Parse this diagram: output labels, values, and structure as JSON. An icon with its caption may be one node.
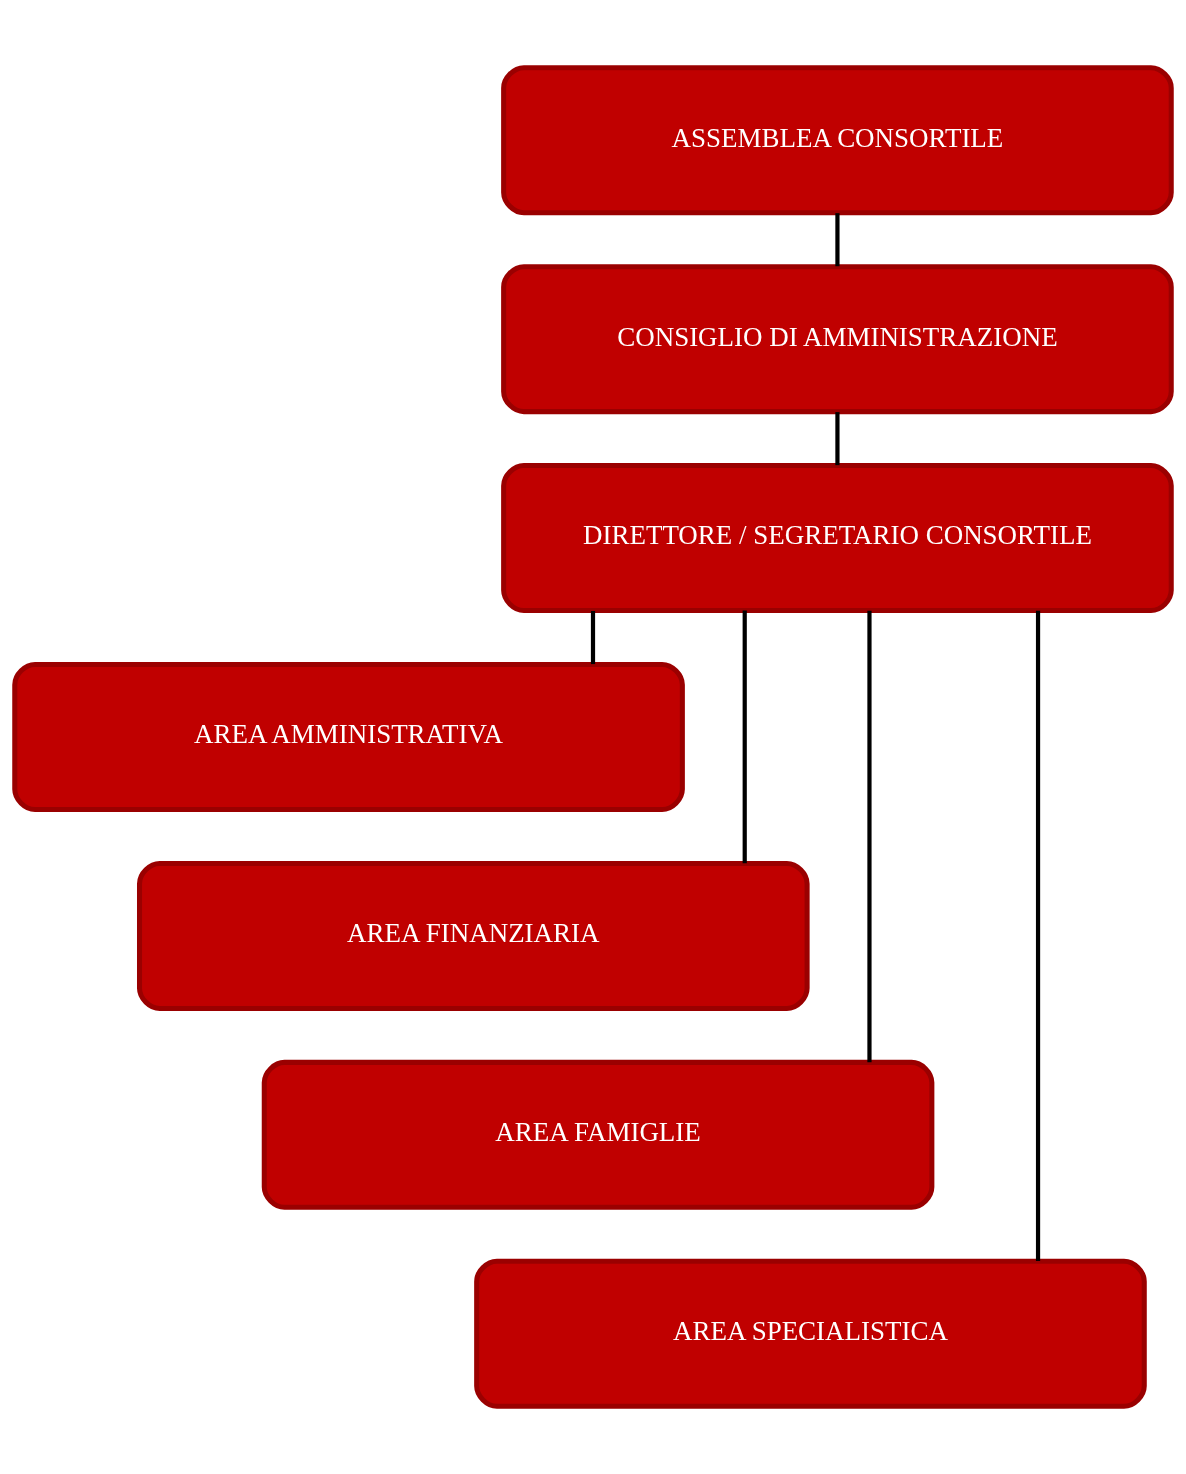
{
  "diagram": {
    "nodes": [
      {
        "text": [
          "ASSEMBLEA CONSORTILE"
        ]
      },
      {
        "text": [
          "CONSIGLIO DI AMMINISTRAZIONE"
        ]
      },
      {
        "text": [
          "DIRETTORE / SEGRETARIO CONSORTILE"
        ]
      },
      {
        "text": [
          "AREA AMMINISTRATIVA"
        ]
      },
      {
        "text": [
          "AREA FINANZIARIA"
        ]
      },
      {
        "text": [
          "AREA FAMIGLIE"
        ]
      },
      {
        "text": [
          "AREA SPECIALISTICA"
        ]
      }
    ],
    "edges": [
      {
        "from": 0,
        "to": 1,
        "arrow": "none"
      },
      {
        "from": 1,
        "to": 2,
        "arrow": "none"
      },
      {
        "from": 2,
        "to": 3,
        "arrow": "none"
      },
      {
        "from": 2,
        "to": 4,
        "arrow": "none"
      },
      {
        "from": 2,
        "to": 5,
        "arrow": "none"
      },
      {
        "from": 2,
        "to": 6,
        "arrow": "none"
      }
    ]
  }
}
